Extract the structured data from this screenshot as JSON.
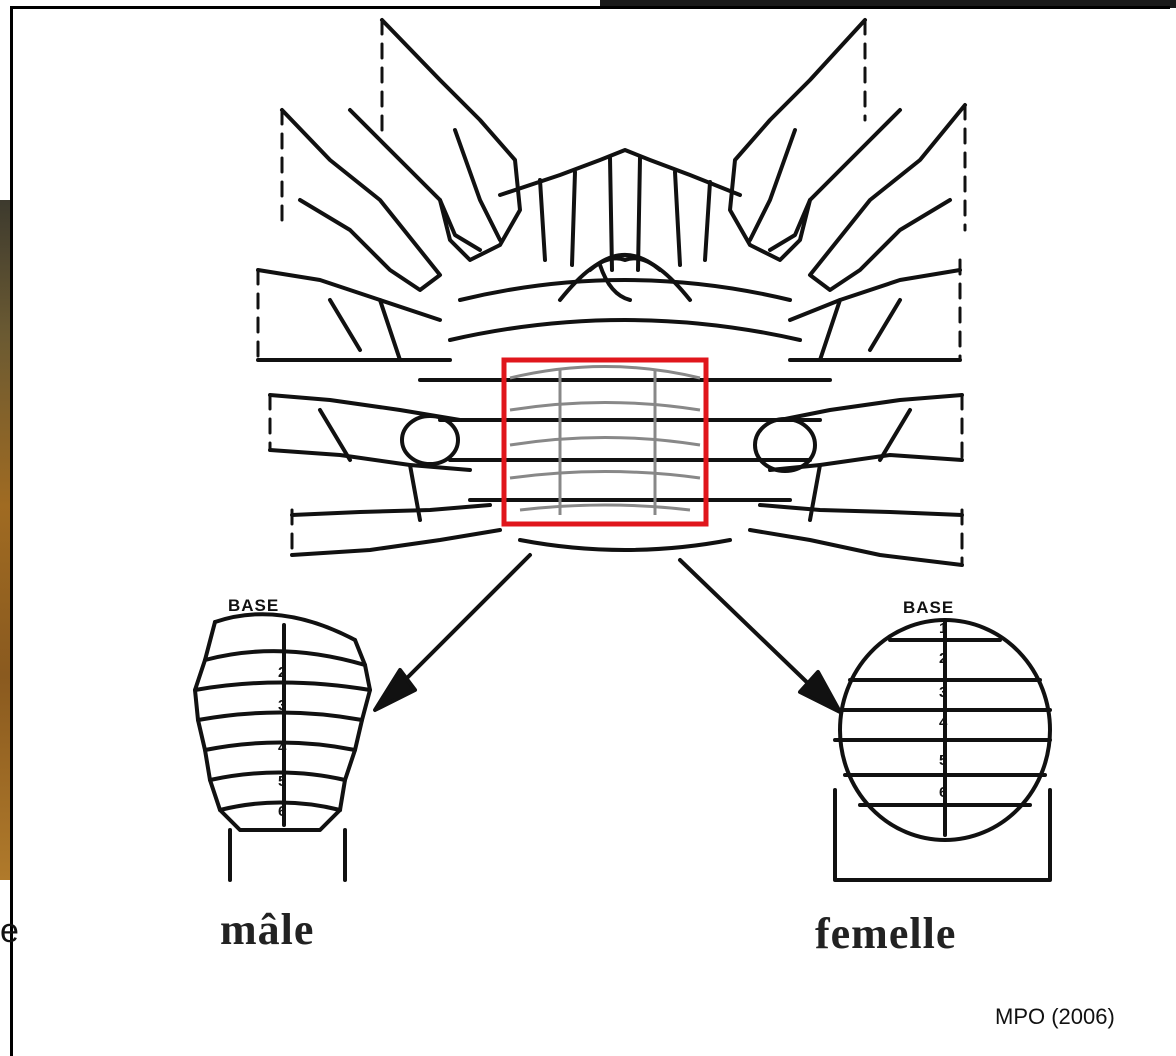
{
  "labels": {
    "male": "mâle",
    "female": "femelle",
    "credit": "MPO (2006)",
    "base_male": "BASE",
    "base_female": "BASE",
    "stray_text": "e"
  },
  "male_segments": [
    "2",
    "3",
    "4",
    "5",
    "6"
  ],
  "female_segments": [
    "1",
    "2",
    "3",
    "4",
    "5",
    "6"
  ],
  "colors": {
    "highlight_box": "#e0161c",
    "line_art": "#111111"
  },
  "icons": [
    "arrow-to-male-icon",
    "arrow-to-female-icon"
  ]
}
